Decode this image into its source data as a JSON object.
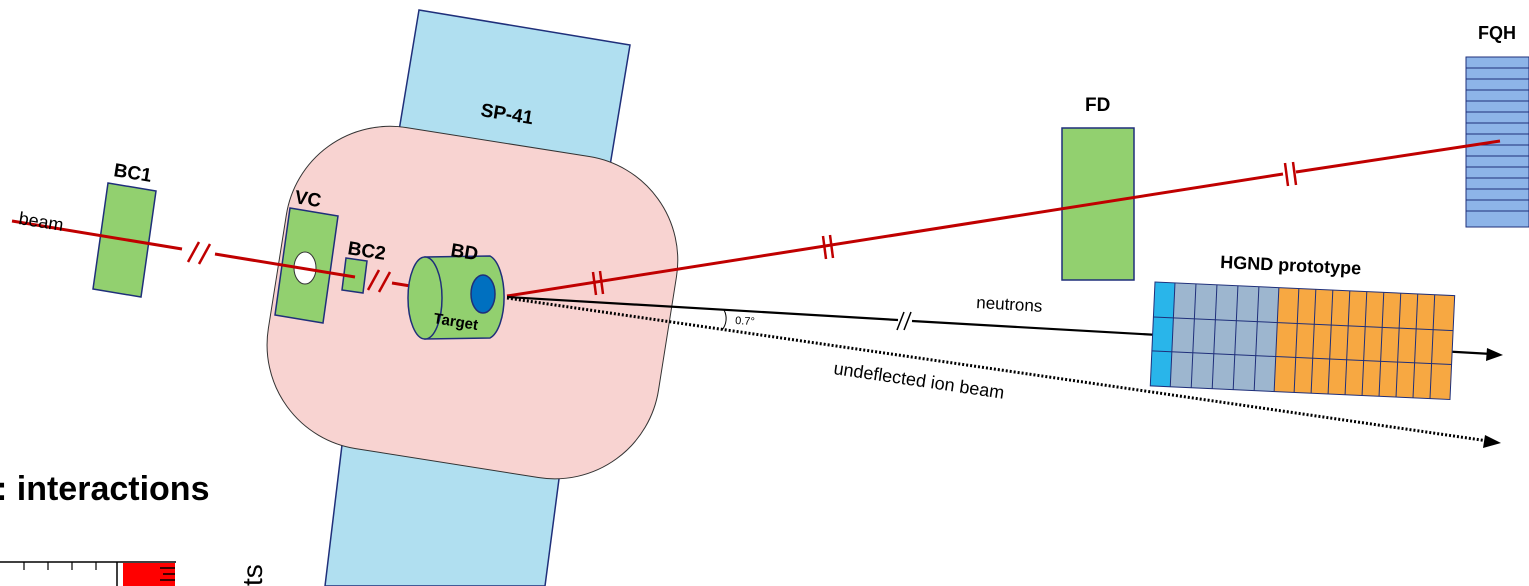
{
  "labels": {
    "beam": "beam",
    "bc1": "BC1",
    "vc": "VC",
    "bc2": "BC2",
    "bd": "BD",
    "target": "Target",
    "sp41": "SP-41",
    "fd": "FD",
    "fqh": "FQH",
    "hgnd": "HGND prototype",
    "neutrons": "neutrons",
    "angle": "0.7°",
    "undeflected": "undeflected ion beam",
    "interactions": ": interactions",
    "axis_fragment": "ts"
  },
  "colors": {
    "detector_green": "#92d06f",
    "detector_border": "#1f2f7a",
    "magnet_blue": "#b0dff0",
    "chamber_pink": "#f8d3d1",
    "beam_red": "#c00000",
    "target_blue": "#0070c0",
    "hgnd_cyan": "#29b5ea",
    "hgnd_gray": "#9db6cf",
    "hgnd_orange": "#f7a842",
    "fqh_blue": "#8db4e8",
    "inset_red": "#ff0000"
  }
}
